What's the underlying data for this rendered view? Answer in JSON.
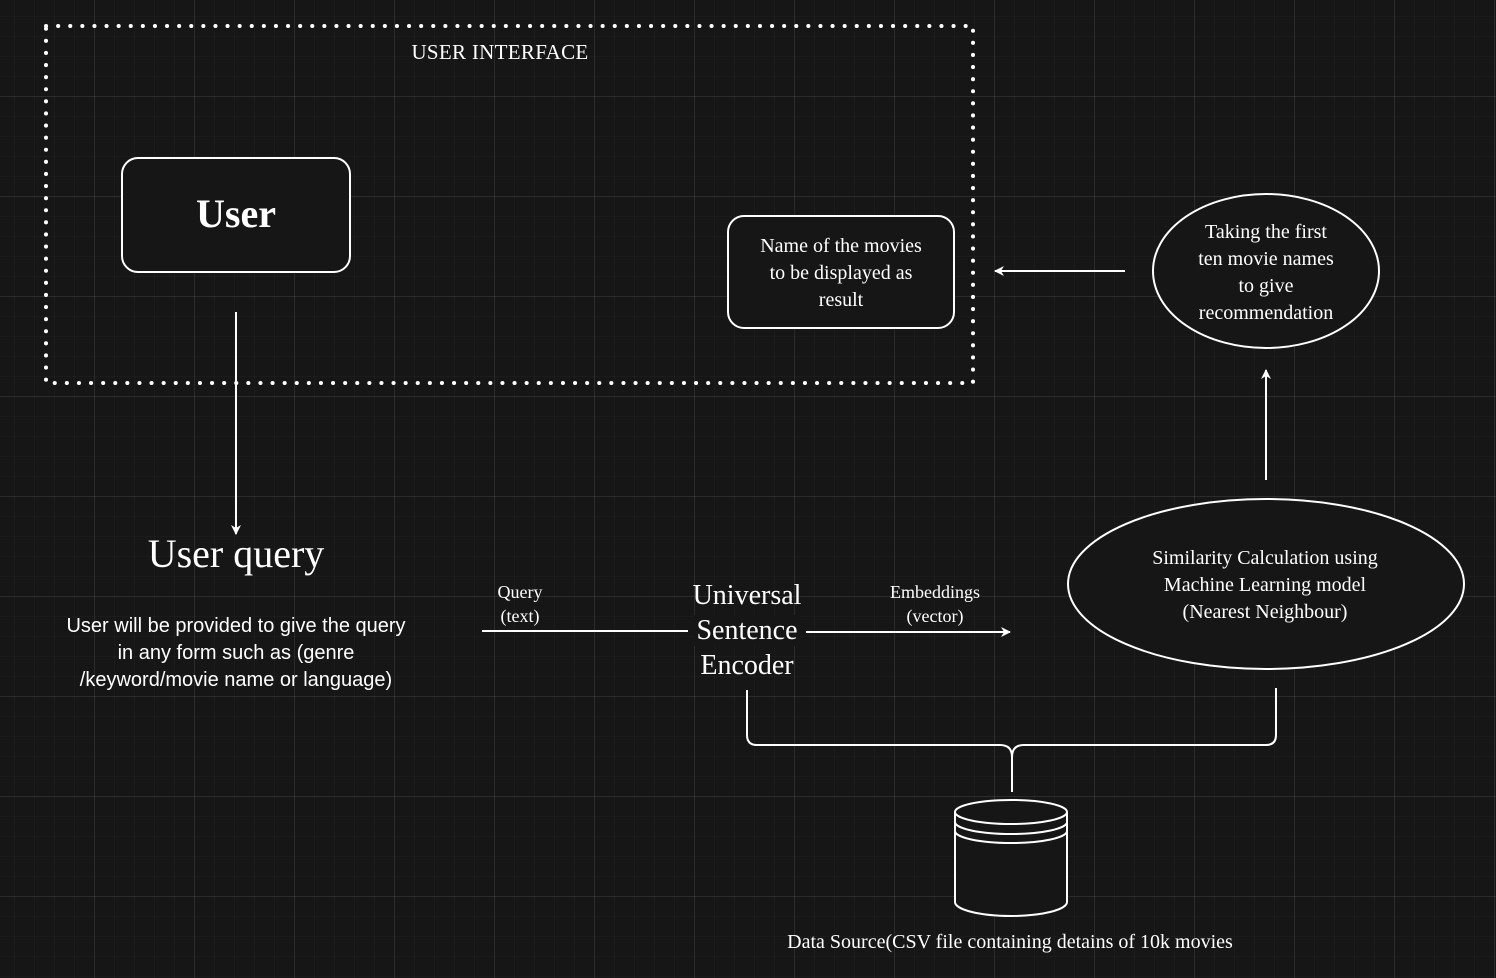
{
  "diagram": {
    "ui_boundary": {
      "label": "USER INTERFACE"
    },
    "user_box": {
      "label": "User"
    },
    "movies_result_box": {
      "line1": "Name of the movies",
      "line2": "to be displayed as",
      "line3": "result"
    },
    "top_results_ellipse": {
      "line1": "Taking the first",
      "line2": "ten movie names",
      "line3": "to give",
      "line4": "recommendation"
    },
    "user_query": {
      "title": "User query",
      "description": "User will be provided to give the query in any form such as (genre /keyword/movie name or language)"
    },
    "query_edge": {
      "line1": "Query",
      "line2": "(text)"
    },
    "encoder": {
      "line1": "Universal",
      "line2": "Sentence",
      "line3": "Encoder"
    },
    "embeddings_edge": {
      "line1": "Embeddings",
      "line2": "(vector)"
    },
    "similarity_ellipse": {
      "line1": "Similarity Calculation using",
      "line2": "Machine Learning model",
      "line3": "(Nearest Neighbour)"
    },
    "data_source": {
      "label": "Data Source(CSV file containing detains of 10k movies"
    }
  }
}
